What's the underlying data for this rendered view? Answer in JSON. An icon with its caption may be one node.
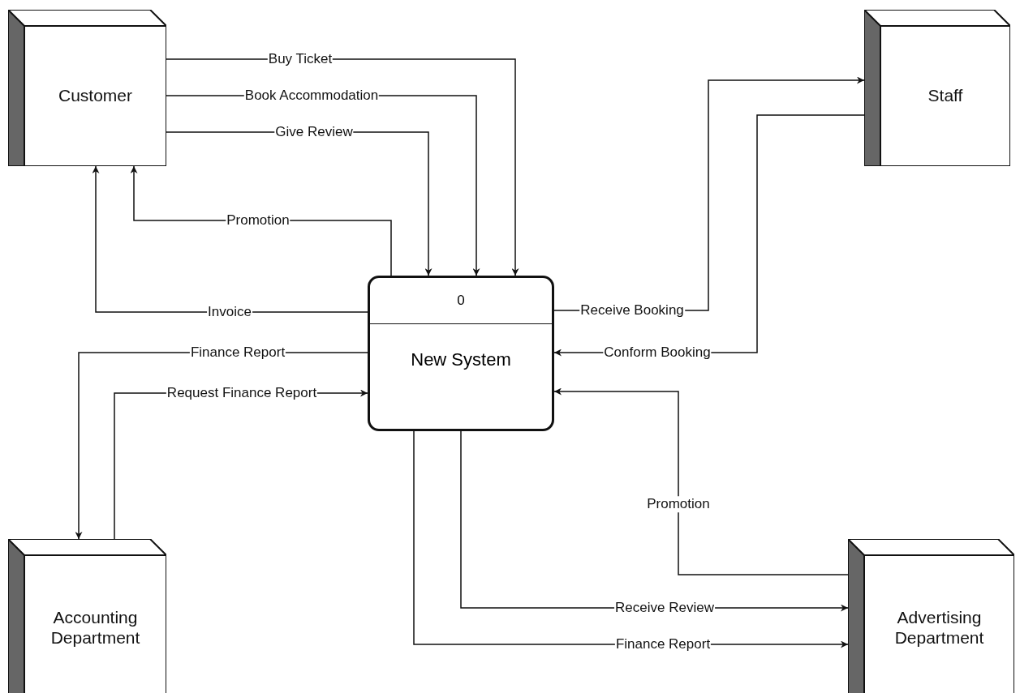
{
  "diagram": {
    "nodes": [
      {
        "text": [
          "Customer"
        ]
      },
      {
        "text": [
          "Staff"
        ]
      },
      {
        "text": [
          "0",
          "New System"
        ]
      },
      {
        "text": [
          "Accounting Department"
        ]
      },
      {
        "text": [
          "Advertising Department"
        ]
      }
    ],
    "edges": [
      {
        "from": 0,
        "to": 2,
        "arrow": "to",
        "label": "Buy Ticket"
      },
      {
        "from": 0,
        "to": 2,
        "arrow": "to",
        "label": "Book Accommodation"
      },
      {
        "from": 0,
        "to": 2,
        "arrow": "to",
        "label": "Give Review"
      },
      {
        "from": 2,
        "to": 0,
        "arrow": "to",
        "label": "Promotion"
      },
      {
        "from": 2,
        "to": 0,
        "arrow": "to",
        "label": "Invoice"
      },
      {
        "from": 2,
        "to": 3,
        "arrow": "to",
        "label": "Finance Report"
      },
      {
        "from": 3,
        "to": 2,
        "arrow": "to",
        "label": "Request Finance Report"
      },
      {
        "from": 2,
        "to": 1,
        "arrow": "to",
        "label": "Receive Booking"
      },
      {
        "from": 1,
        "to": 2,
        "arrow": "to",
        "label": "Conform Booking"
      },
      {
        "from": 4,
        "to": 2,
        "arrow": "to",
        "label": "Promotion"
      },
      {
        "from": 2,
        "to": 4,
        "arrow": "to",
        "label": "Receive Review"
      },
      {
        "from": 2,
        "to": 4,
        "arrow": "to",
        "label": "Finance Report"
      }
    ]
  }
}
